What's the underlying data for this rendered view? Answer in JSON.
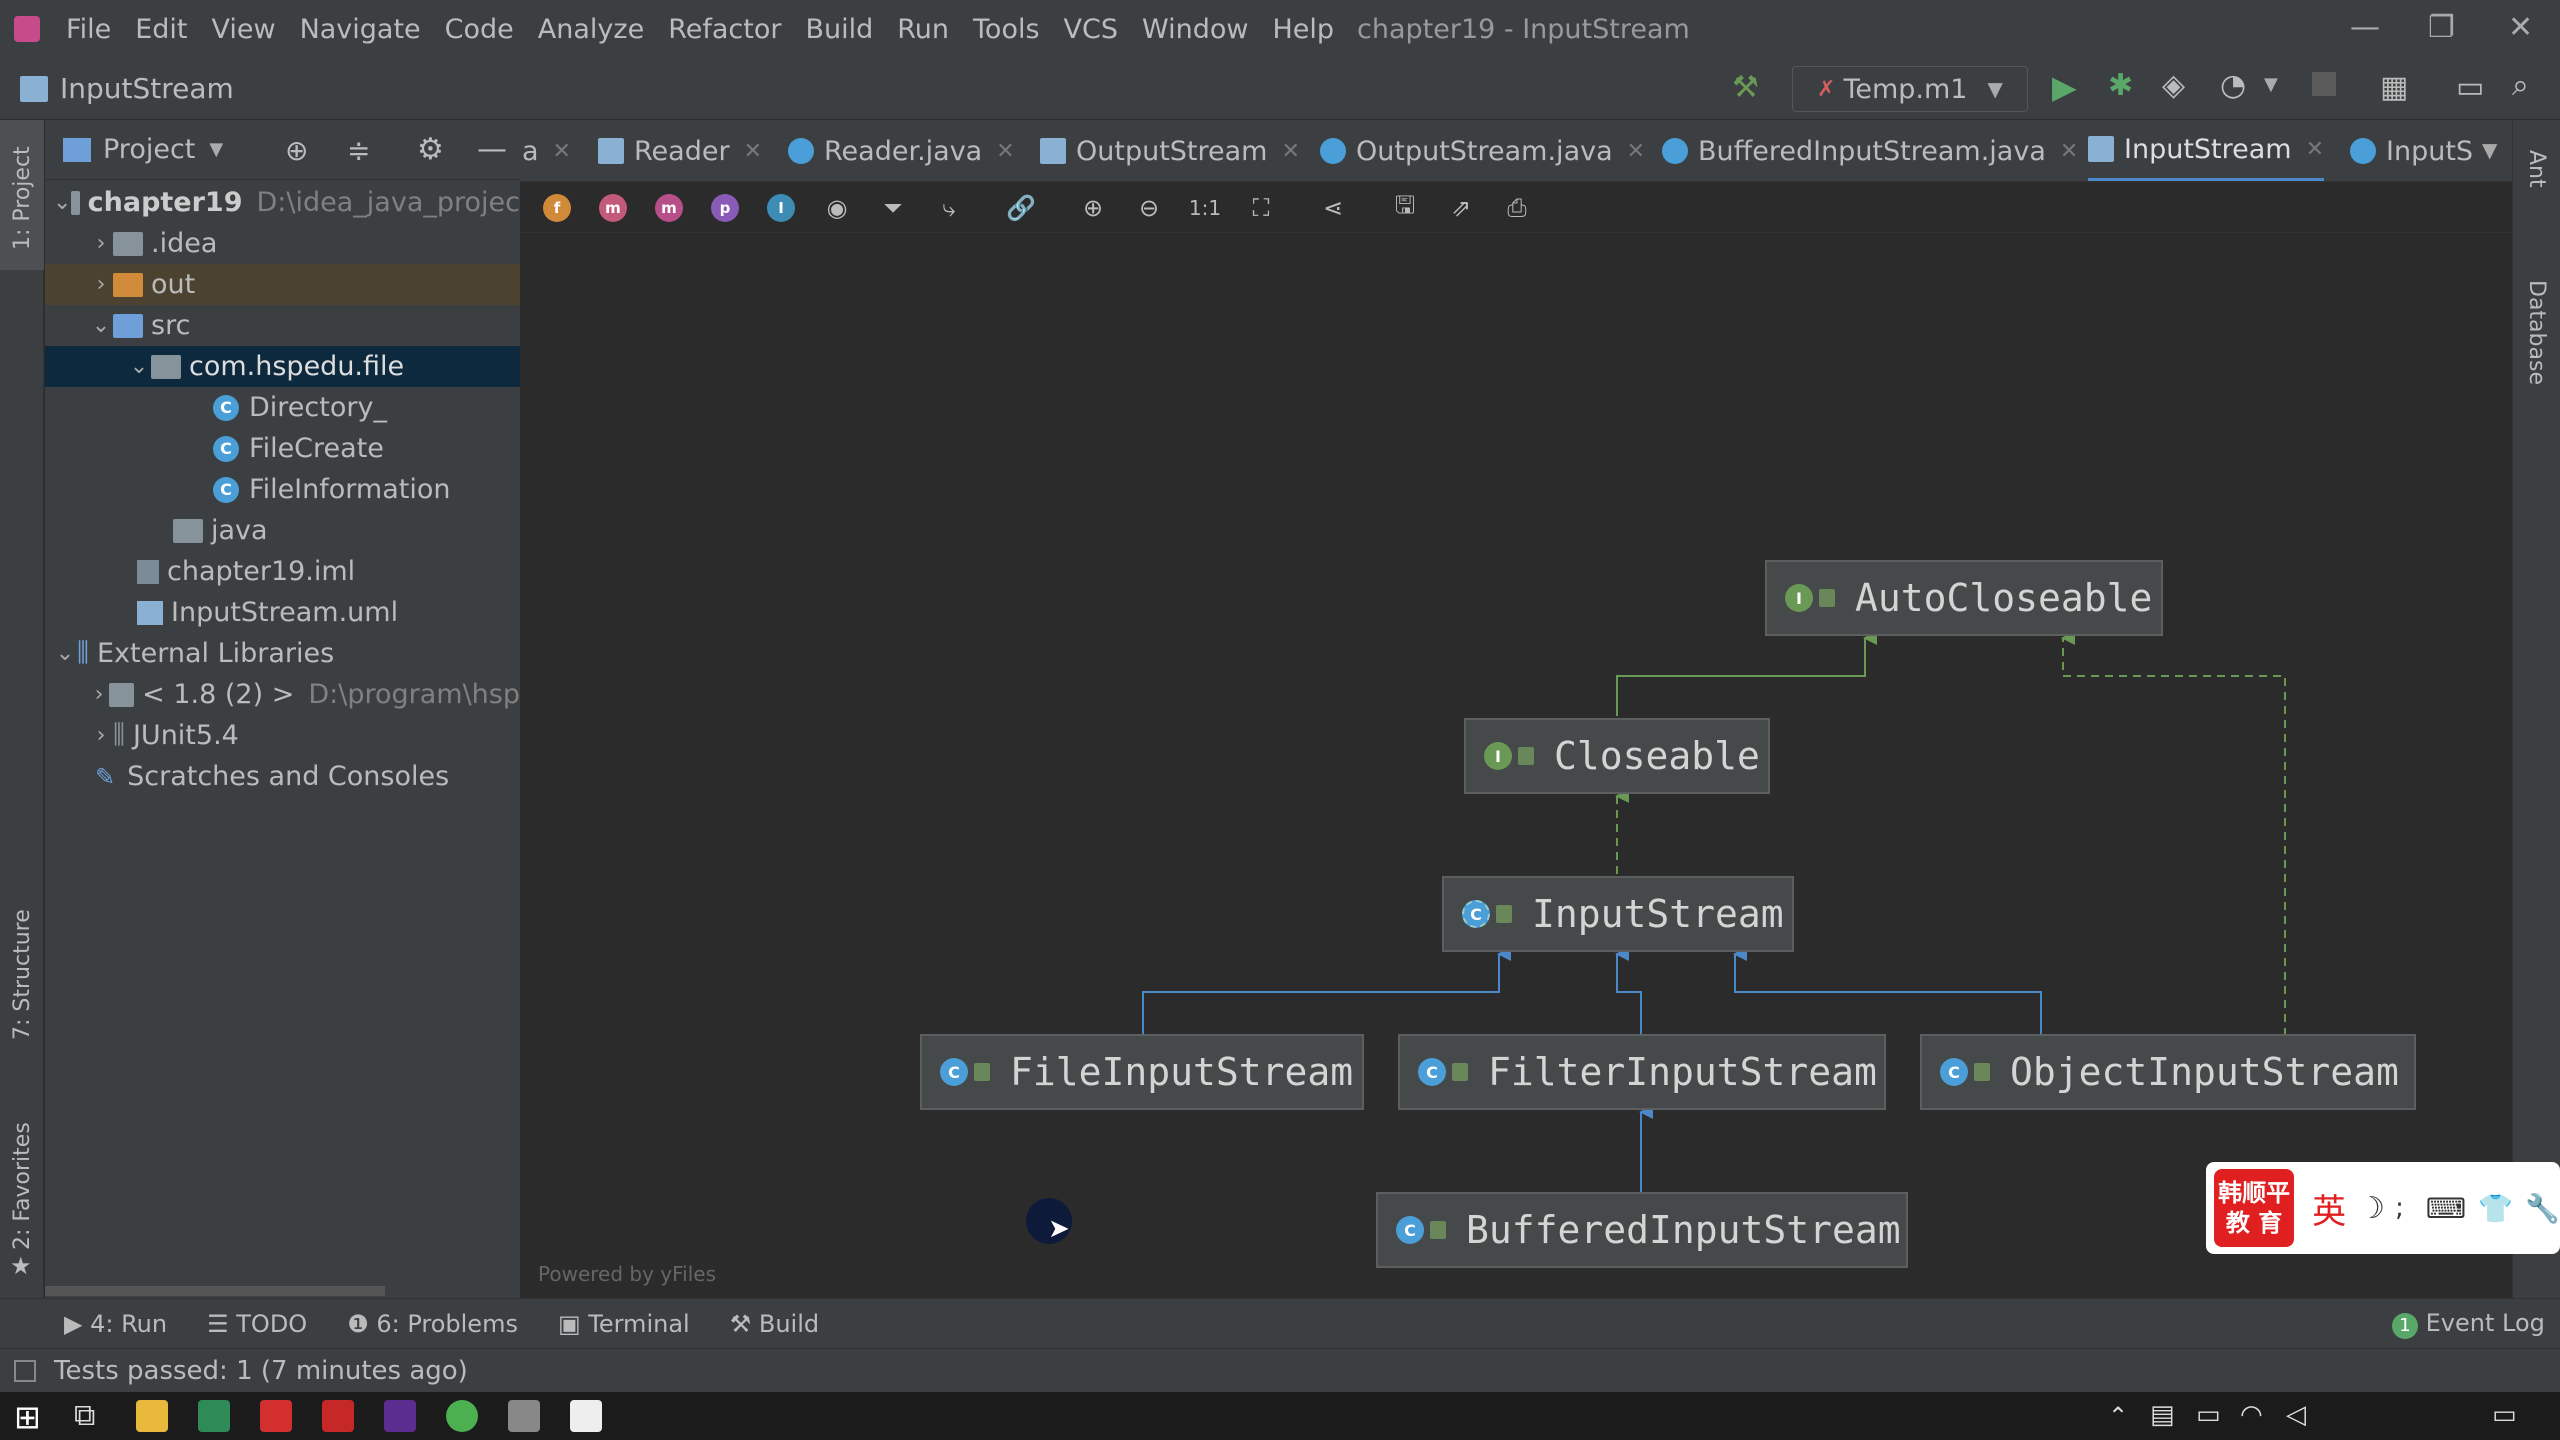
{
  "menu": [
    "File",
    "Edit",
    "View",
    "Navigate",
    "Code",
    "Analyze",
    "Refactor",
    "Build",
    "Run",
    "Tools",
    "VCS",
    "Window",
    "Help"
  ],
  "window_title": "chapter19 - InputStream",
  "breadcrumb": "InputStream",
  "run_config": "Temp.m1",
  "project_panel": {
    "title": "Project",
    "tree": [
      {
        "label": "chapter19",
        "extra": "D:\\idea_java_projec"
      },
      {
        "label": ".idea"
      },
      {
        "label": "out"
      },
      {
        "label": "src"
      },
      {
        "label": "com.hspedu.file"
      },
      {
        "label": "Directory_"
      },
      {
        "label": "FileCreate"
      },
      {
        "label": "FileInformation"
      },
      {
        "label": "java"
      },
      {
        "label": "chapter19.iml"
      },
      {
        "label": "InputStream.uml"
      },
      {
        "label": "External Libraries"
      },
      {
        "label": "< 1.8 (2) >",
        "extra": "D:\\program\\hsp"
      },
      {
        "label": "JUnit5.4"
      },
      {
        "label": "Scratches and Consoles"
      }
    ]
  },
  "tabs": [
    {
      "label": "a"
    },
    {
      "label": "Reader"
    },
    {
      "label": "Reader.java"
    },
    {
      "label": "OutputStream"
    },
    {
      "label": "OutputStream.java"
    },
    {
      "label": "BufferedInputStream.java"
    },
    {
      "label": "InputStream"
    },
    {
      "label": "InputS"
    }
  ],
  "left_tools": {
    "project": "1: Project",
    "structure": "7: Structure",
    "favorites": "2: Favorites"
  },
  "right_tools": {
    "ant": "Ant",
    "database": "Database"
  },
  "diagram": {
    "nodes": {
      "autocloseable": "AutoCloseable",
      "closeable": "Closeable",
      "inputstream": "InputStream",
      "fileinputstream": "FileInputStream",
      "filterinputstream": "FilterInputStream",
      "objectinputstream": "ObjectInputStream",
      "bufferedinputstream": "BufferedInputStream"
    },
    "powered_by": "Powered by yFiles",
    "colors": {
      "implements": "#6a9955",
      "extends": "#4a88c7"
    }
  },
  "bottom_tools": {
    "run": "4: Run",
    "todo": "TODO",
    "problems": "6: Problems",
    "terminal": "Terminal",
    "build": "Build",
    "event_log": "Event Log",
    "event_count": "1"
  },
  "status": "Tests passed: 1 (7 minutes ago)",
  "ime": {
    "brand_line1": "韩顺平",
    "brand_line2": "教 育",
    "lang": "英"
  }
}
